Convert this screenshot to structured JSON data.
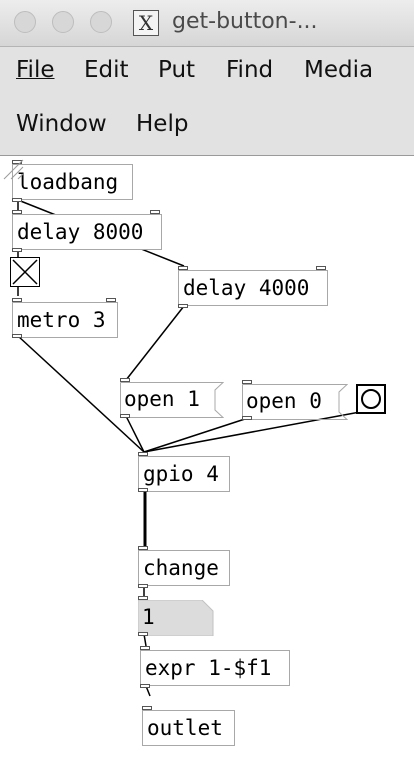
{
  "window": {
    "title": "get-button-..."
  },
  "menu": {
    "file": "File",
    "edit": "Edit",
    "put": "Put",
    "find": "Find",
    "media": "Media",
    "window": "Window",
    "help": "Help"
  },
  "patch": {
    "loadbang": "loadbang",
    "delay_8000": "delay 8000",
    "delay_4000": "delay 4000",
    "metro": "metro 3",
    "open_1": "open 1",
    "open_0": "open 0",
    "gpio": "gpio 4",
    "change": "change",
    "number_value": "1",
    "expr": "expr 1-$f1",
    "outlet": "outlet"
  }
}
